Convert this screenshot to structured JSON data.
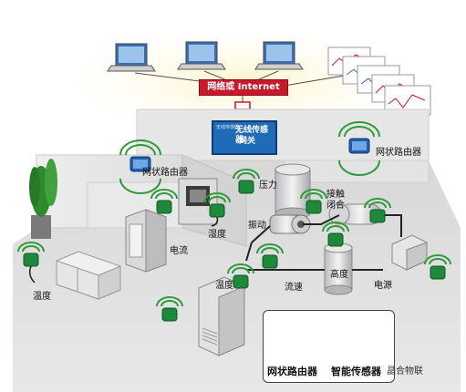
{
  "banner": "网络或 Internet",
  "gateway": {
    "brand": "无线传感器",
    "line1": "无线传感器",
    "line2": "网关"
  },
  "labels": {
    "mesh_router_left": "网状路由器",
    "mesh_router_right": "网状路由器",
    "current": "电流",
    "humidity": "湿度",
    "pressure": "压力",
    "contact_closure_1": "接触",
    "contact_closure_2": "闭合",
    "vibration": "振动",
    "temperature_left": "温度",
    "temperature_center": "温度",
    "flow_rate": "流速",
    "level": "高度",
    "power": "电源"
  },
  "legend": {
    "router": "网状路由器",
    "sensor": "智能传感器"
  },
  "watermark": "晶合物联",
  "colors": {
    "banner": "#c8182a",
    "gateway": "#1f6bb8",
    "sensor_node": "#1c8a3a",
    "router": "#1f5fb0",
    "wireless_arc": "#2f9a3a"
  }
}
